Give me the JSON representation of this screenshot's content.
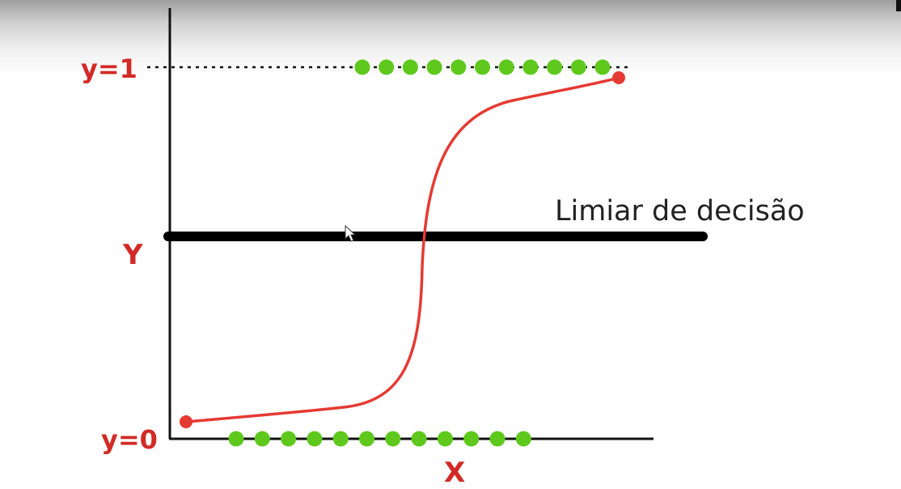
{
  "colors": {
    "axis": "#111111",
    "threshold": "#000000",
    "curve": "#e53a33",
    "points": "#5ec91c",
    "label_red": "#d22a26",
    "label_dark": "#222222"
  },
  "labels": {
    "y_top": "y=1",
    "y_axis": "Y",
    "y_bottom": "y=0",
    "x_axis": "X",
    "threshold": "Limiar de decisão"
  },
  "points": {
    "top_row_count": 11,
    "bottom_row_count": 12
  }
}
